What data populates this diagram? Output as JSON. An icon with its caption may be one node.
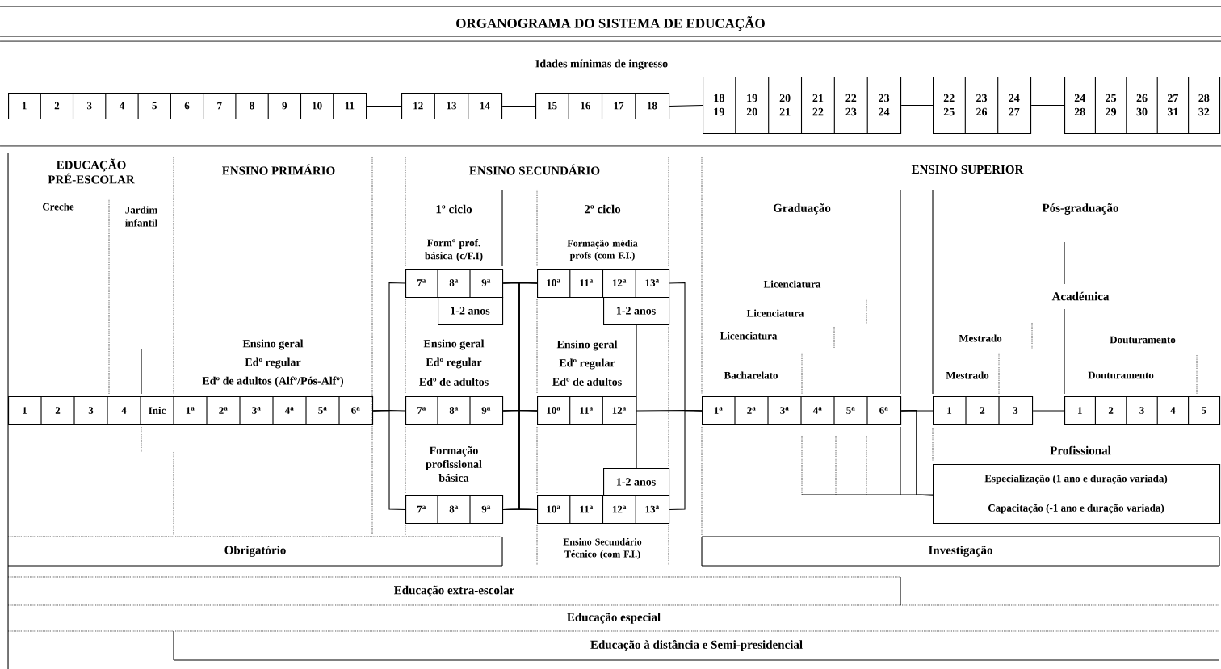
{
  "diagram": {
    "title": "ORGANOGRAMA DO SISTEMA DE EDUCAÇÃO",
    "nodes": [
      {
        "text": [
          "1",
          "2",
          "3",
          "4",
          "5",
          "6",
          "7",
          "8",
          "9",
          "10",
          "11"
        ]
      },
      {
        "text": [
          "12",
          "13",
          "14"
        ]
      },
      {
        "text": [
          "15",
          "16",
          "17",
          "18"
        ]
      },
      {
        "text": [
          "18 19",
          "19 20",
          "20 21",
          "21 22",
          "22 23",
          "23 24"
        ]
      },
      {
        "text": [
          "22 25",
          "23 26",
          "24 27"
        ]
      },
      {
        "text": [
          "24 28",
          "25 29",
          "26 30",
          "27 31",
          "28 32"
        ]
      },
      {
        "text": [
          "1",
          "2",
          "3",
          "4",
          "Inic",
          "1$^{a}$",
          "2$^{a}$",
          "3$^{a}$",
          "4$^{a}$",
          "5$^{a}$",
          "6$^{a}$"
        ]
      },
      {
        "text": [
          "7$^{a}$",
          "8$^{a}$",
          "9$^{a}$"
        ]
      },
      {
        "text": [
          "1-2 anos"
        ]
      },
      {
        "text": [
          "7$^{a}$",
          "8$^{a}$",
          "9$^{a}$"
        ]
      },
      {
        "text": [
          "7$^{a}$",
          "8$^{a}$",
          "9$^{a}$"
        ]
      },
      {
        "text": [
          "10$^{a}$",
          "11$^{a}$",
          "12$^{a}$",
          "13$^{a}$"
        ]
      },
      {
        "text": [
          "1-2 anos"
        ]
      },
      {
        "text": [
          "10$^{a}$",
          "11$^{a}$",
          "12$^{a}$"
        ]
      },
      {
        "text": [
          "1-2 anos"
        ]
      },
      {
        "text": [
          "10$^{a}$",
          "11$^{a}$",
          "12$^{a}$",
          "13$^{a}$"
        ]
      },
      {
        "text": [
          "1$^{a}$",
          "2$^{a}$",
          "3$^{a}$",
          "4$^{a}$",
          "5$^{a}$",
          "6$^{a}$"
        ]
      },
      {
        "text": [
          "1",
          "2",
          "3"
        ]
      },
      {
        "text": [
          "1",
          "2",
          "3",
          "4",
          "5"
        ]
      },
      {
        "text": [
          "Especialização (1 ano e duração variada)"
        ]
      },
      {
        "text": [
          "Capacitação (-1 ano e duração variada)"
        ]
      },
      {
        "text": [
          "Obrigatório"
        ]
      },
      {
        "text": [
          "Investigação"
        ]
      },
      {
        "text": [
          "Educação extra-escolar"
        ]
      },
      {
        "text": [
          "Educação especial"
        ]
      },
      {
        "text": [
          "Educação à distância e Semi-presidencial"
        ]
      }
    ],
    "edges": [
      {
        "from": 0,
        "to": 1,
        "arrow": "none"
      },
      {
        "from": 1,
        "to": 2,
        "arrow": "none"
      },
      {
        "from": 2,
        "to": 3,
        "arrow": "none"
      },
      {
        "from": 3,
        "to": 4,
        "arrow": "none"
      },
      {
        "from": 4,
        "to": 5,
        "arrow": "none"
      },
      {
        "from": 6,
        "to": 7,
        "arrow": "none"
      },
      {
        "from": 6,
        "to": 9,
        "arrow": "none"
      },
      {
        "from": 6,
        "to": 10,
        "arrow": "none"
      },
      {
        "from": 7,
        "to": 11,
        "arrow": "none"
      },
      {
        "from": 7,
        "to": 13,
        "arrow": "none"
      },
      {
        "from": 7,
        "to": 15,
        "arrow": "none"
      },
      {
        "from": 9,
        "to": 11,
        "arrow": "none"
      },
      {
        "from": 9,
        "to": 13,
        "arrow": "none"
      },
      {
        "from": 9,
        "to": 15,
        "arrow": "none"
      },
      {
        "from": 10,
        "to": 11,
        "arrow": "none"
      },
      {
        "from": 10,
        "to": 13,
        "arrow": "none"
      },
      {
        "from": 10,
        "to": 15,
        "arrow": "none"
      },
      {
        "from": 11,
        "to": 16,
        "arrow": "none"
      },
      {
        "from": 13,
        "to": 16,
        "arrow": "none"
      },
      {
        "from": 15,
        "to": 16,
        "arrow": "none"
      },
      {
        "from": 12,
        "to": 14,
        "arrow": "none"
      },
      {
        "from": 16,
        "to": 17,
        "arrow": "none"
      },
      {
        "from": 16,
        "to": 19,
        "arrow": "none"
      },
      {
        "from": 16,
        "to": 20,
        "arrow": "none"
      },
      {
        "from": 17,
        "to": 18,
        "arrow": "none"
      }
    ],
    "labels": [
      "Idades mínimas de ingresso",
      "EDUCAÇÃO PRÉ-ESCOLAR",
      "ENSINO PRIMÁRIO",
      "ENSINO SECUNDÁRIO",
      "ENSINO SUPERIOR",
      "Creche",
      "Jardim infantil",
      "1º ciclo",
      "2º ciclo",
      "Graduação",
      "Pós-graduação",
      "Formº prof. básica (c/F.I)",
      "Formação média profs (com F.I.)",
      "Licenciatura",
      "Académica",
      "Licenciatura",
      "Licenciatura",
      "Mestrado",
      "Douturamento",
      "Ensino geral",
      "Edº regular",
      "Edº de adultos (Alfº/Pós-Alfº)",
      "Ensino geral",
      "Edº regular",
      "Edº de adultos",
      "Ensino geral",
      "Edº regular",
      "Edº de adultos",
      "Bacharelato",
      "Mestrado",
      "Douturamento",
      "Formação profissional básica",
      "Profissional",
      "Ensino Secundário Técnico (com F.I.)"
    ]
  }
}
